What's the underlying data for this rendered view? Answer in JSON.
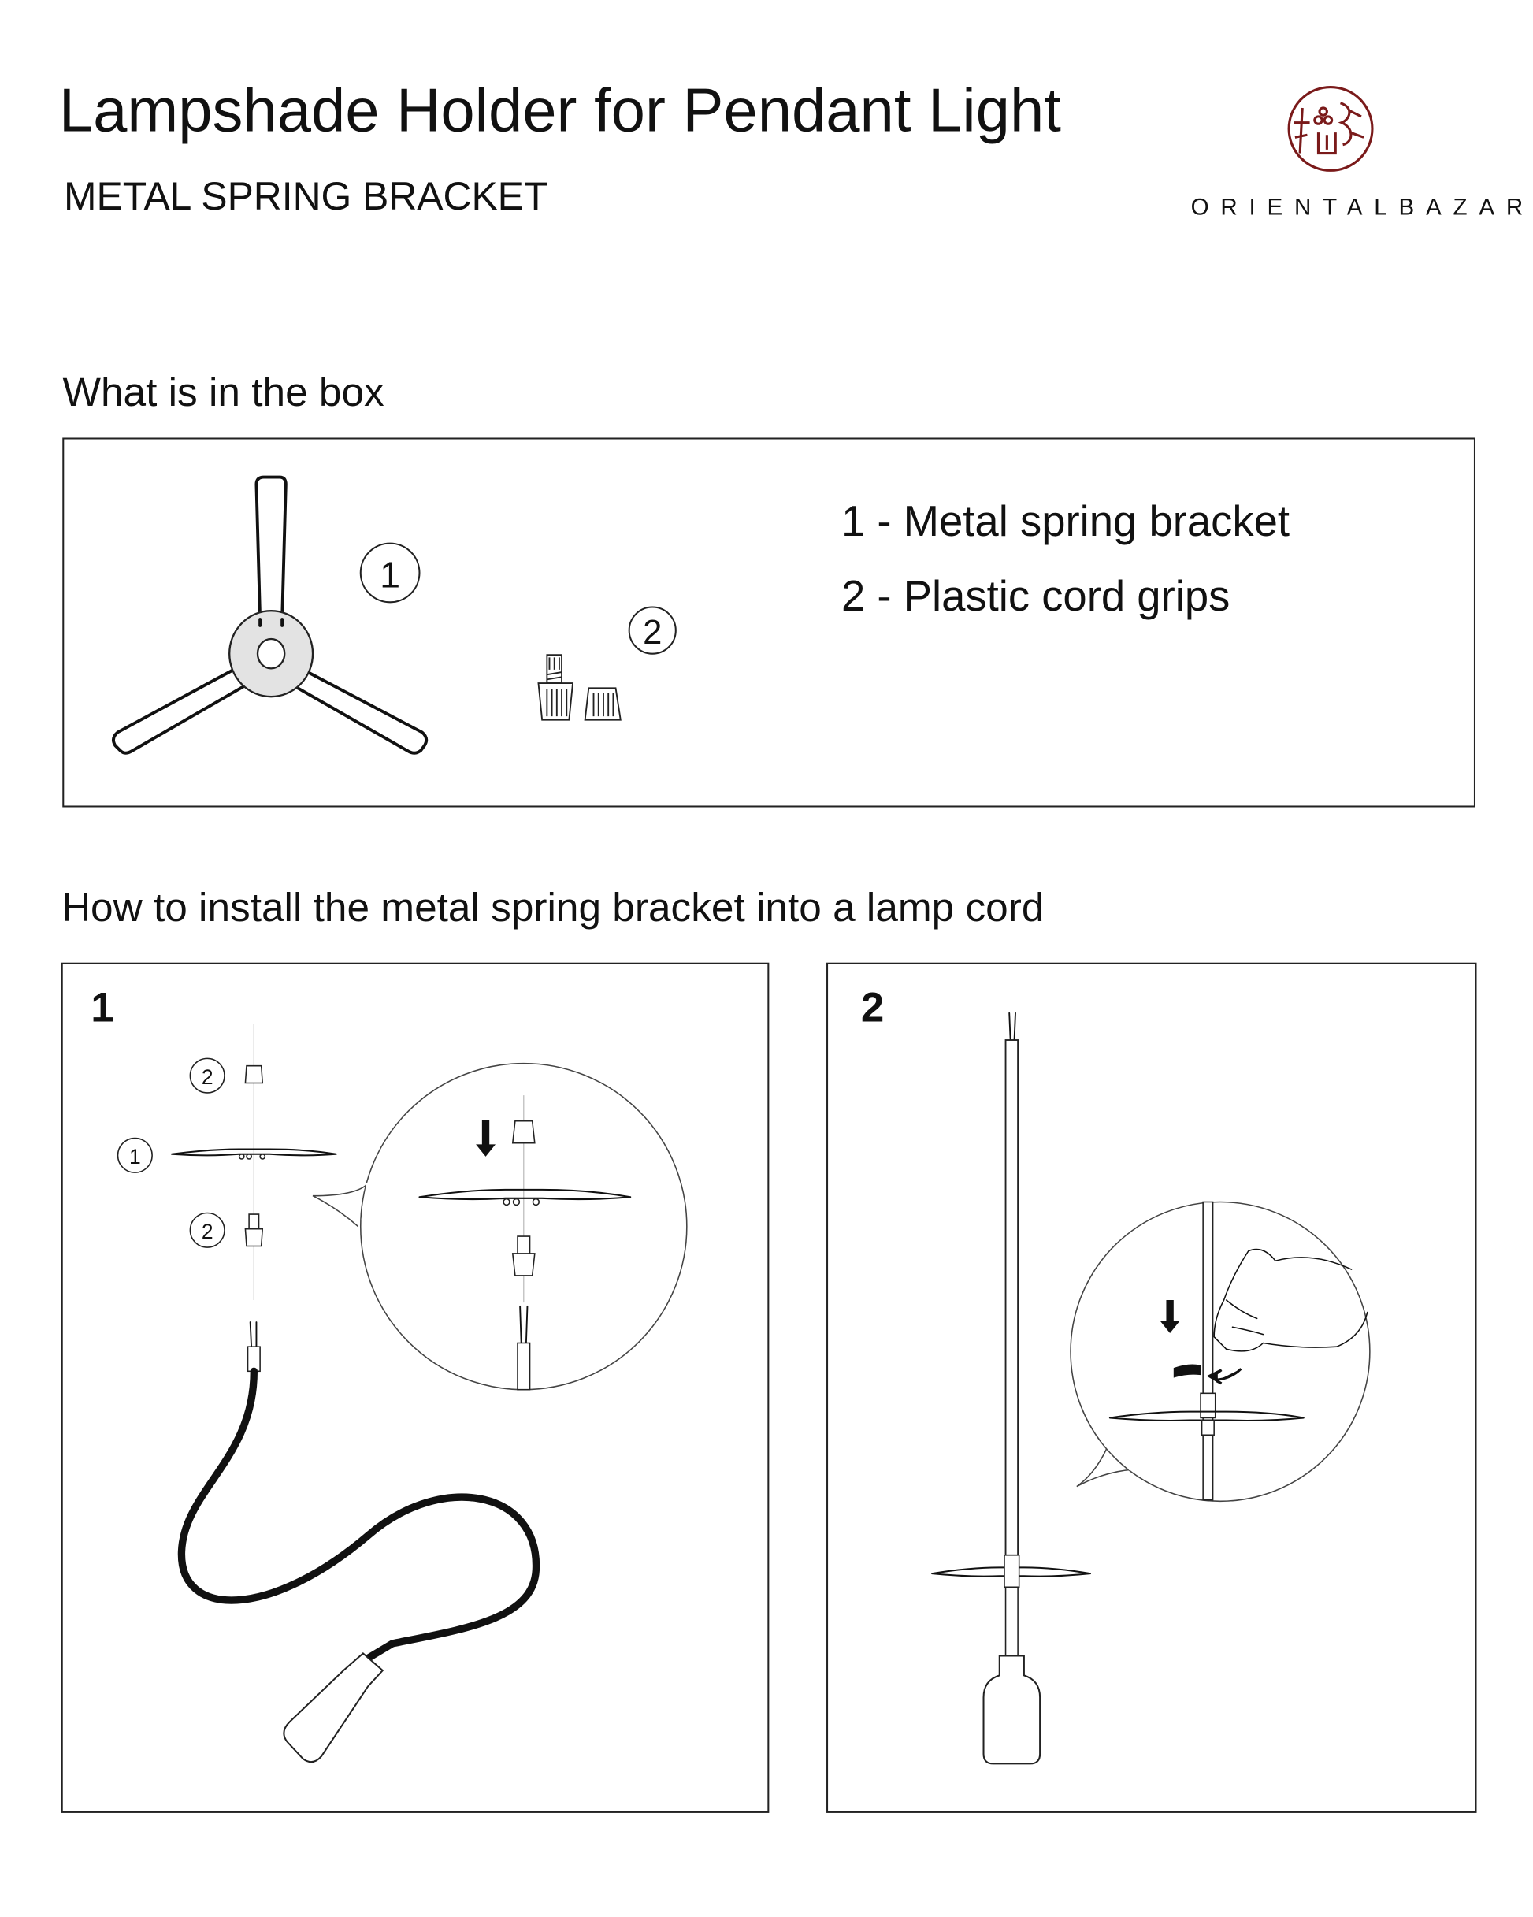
{
  "header": {
    "title": "Lampshade Holder for Pendant Light",
    "subtitle": "METAL SPRING BRACKET",
    "brand": "ORIENTALBAZAR",
    "brand_color": "#7a1a1a"
  },
  "box_section": {
    "heading": "What is in the box",
    "callouts": [
      "1",
      "2"
    ],
    "items": [
      "1 - Metal spring bracket",
      "2 - Plastic cord grips"
    ]
  },
  "install_section": {
    "heading": "How to install the metal spring bracket into a lamp cord",
    "steps": [
      {
        "number": "1",
        "callouts": [
          "2",
          "1",
          "2"
        ]
      },
      {
        "number": "2"
      }
    ]
  }
}
